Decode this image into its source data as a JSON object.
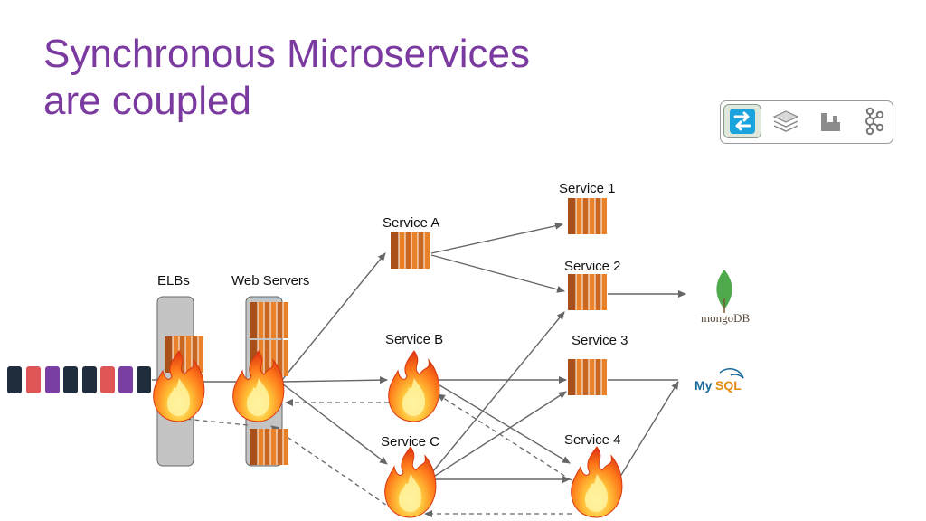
{
  "title": {
    "line1": "Synchronous Microservices",
    "line2": "are coupled"
  },
  "labels": {
    "elbs": "ELBs",
    "web_servers": "Web Servers",
    "service_a": "Service A",
    "service_b": "Service B",
    "service_c": "Service C",
    "service_1": "Service 1",
    "service_2": "Service 2",
    "service_3": "Service 3",
    "service_4": "Service 4"
  },
  "databases": {
    "mongo": "mongoDB",
    "mysql_my": "My",
    "mysql_sql": "SQL"
  },
  "request_queue_colors": [
    "#1f2d3d",
    "#e05555",
    "#7a3fa3",
    "#1f2d3d",
    "#1f2d3d",
    "#e05555",
    "#7a3fa3",
    "#1f2d3d"
  ],
  "toolbar": {
    "icons": [
      "sync-arrows-icon",
      "layers-icon",
      "blocks-icon",
      "kafka-icon"
    ],
    "active_index": 0
  },
  "colors": {
    "title": "#7b3aa0",
    "server_orange": "#e8812a",
    "server_dark": "#a9501a",
    "arrow": "#666666",
    "panel": "#c4c4c4"
  }
}
